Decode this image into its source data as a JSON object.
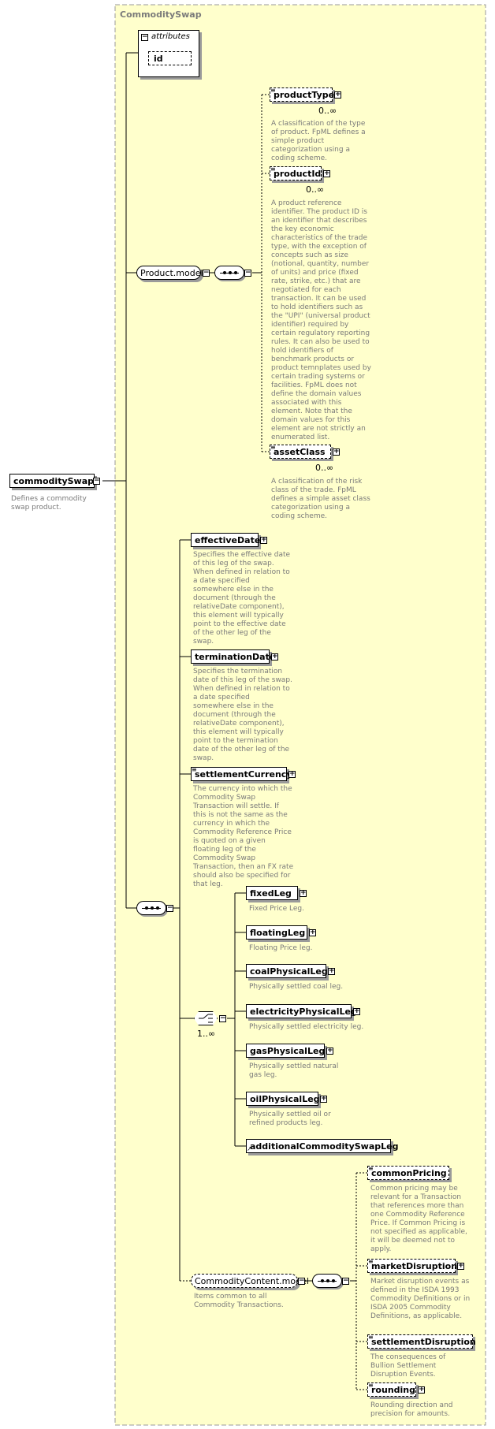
{
  "diagram": {
    "container_title": "CommoditySwap",
    "root": {
      "label": "commoditySwap",
      "description": "Defines a commodity swap product."
    },
    "attributes": {
      "header": "attributes",
      "items": [
        "id"
      ]
    },
    "product_model": {
      "label": "Product.model",
      "elements": [
        {
          "label": "productType",
          "cardinality": "0..∞",
          "description": "A classification of the type of product. FpML defines a simple product categorization using a coding scheme."
        },
        {
          "label": "productId",
          "cardinality": "0..∞",
          "description": "A product reference identifier. The product ID is an identifier that describes the key economic characteristics of the trade type, with the exception of concepts such as size (notional, quantity, number of units) and price (fixed rate, strike, etc.) that are negotiated for each transaction. It can be used to hold identifiers such as the \"UPI\" (universal product identifier) required by certain regulatory reporting rules. It can also be used to hold identifiers of benchmark products or product temnplates used by certain trading systems or facilities. FpML does not define the domain values associated with this element. Note that the domain values for this element are not strictly an enumerated list."
        },
        {
          "label": "assetClass",
          "cardinality": "0..∞",
          "description": "A classification of the risk class of the trade. FpML defines a simple asset class categorization using a coding scheme."
        }
      ]
    },
    "sequence_elements": [
      {
        "label": "effectiveDate",
        "description": "Specifies the effective date of this leg of the swap. When defined in relation to a date specified somewhere else in the document (through the relativeDate component), this element will typically point to the effective date of the other leg of the swap."
      },
      {
        "label": "terminationDate",
        "description": "Specifies the termination date of this leg of the swap. When defined in relation to a date specified somewhere else in the document (through the relativeDate component), this element will typically point to the termination date of the other leg of the swap."
      },
      {
        "label": "settlementCurrency",
        "description": "The currency into which the Commodity Swap Transaction will settle. If this is not the same as the currency in which the Commodity Reference Price is quoted on a given floating leg of the Commodity Swap Transaction, then an FX rate should also be specified for that leg."
      }
    ],
    "choice": {
      "cardinality": "1..∞",
      "legs": [
        {
          "label": "fixedLeg",
          "description": "Fixed Price Leg."
        },
        {
          "label": "floatingLeg",
          "description": "Floating Price leg."
        },
        {
          "label": "coalPhysicalLeg",
          "description": "Physically settled coal leg."
        },
        {
          "label": "electricityPhysicalLeg",
          "description": "Physically settled electricity leg."
        },
        {
          "label": "gasPhysicalLeg",
          "description": "Physically settled natural gas leg."
        },
        {
          "label": "oilPhysicalLeg",
          "description": "Physically settled oil or refined products leg."
        },
        {
          "label": "additionalCommoditySwapLeg",
          "description": ""
        }
      ]
    },
    "commodity_content": {
      "label": "CommodityContent.model",
      "description": "Items common to all Commodity Transactions.",
      "elements": [
        {
          "label": "commonPricing",
          "description": "Common pricing may be relevant for a Transaction that references more than one Commodity Reference Price. If Common Pricing is not specified as applicable, it will be deemed not to apply."
        },
        {
          "label": "marketDisruption",
          "description": "Market disruption events as defined in the ISDA 1993 Commodity Definitions or in ISDA 2005 Commodity Definitions, as applicable."
        },
        {
          "label": "settlementDisruption",
          "description": "The consequences of Bullion Settlement Disruption Events."
        },
        {
          "label": "rounding",
          "description": "Rounding direction and precision for amounts."
        }
      ]
    },
    "colors": {
      "container_fill": "#ffffcc",
      "container_border": "#999999",
      "description_text": "#7a7a7a"
    }
  }
}
